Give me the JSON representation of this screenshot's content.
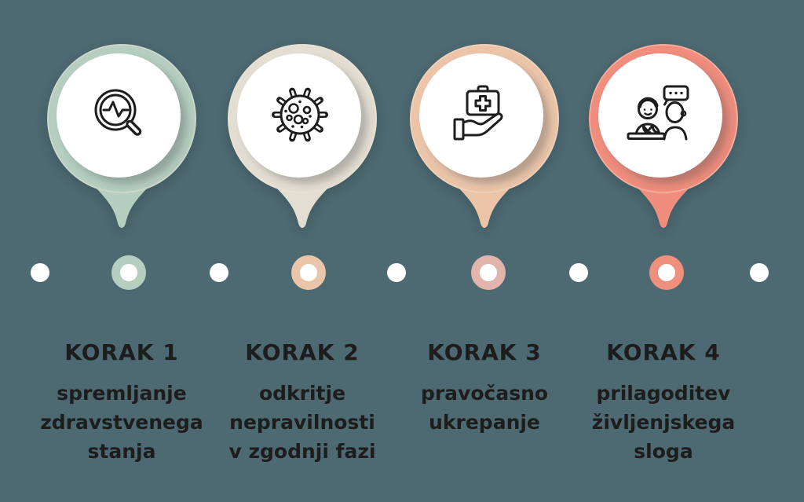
{
  "colors": {
    "background": "#4d6971",
    "text": "#1d1d1d",
    "icon_stroke": "#1d1d1d",
    "dot_white": "#ffffff"
  },
  "steps": [
    {
      "title": "KORAK 1",
      "description": "spremljanje\nzdravstvenega\nstanja",
      "pin_color": "#b5cec0",
      "ring_color": "#b5cec0",
      "icon": "magnifier-pulse-icon"
    },
    {
      "title": "KORAK 2",
      "description": "odkritje\nnepravilnosti\nv zgodnji fazi",
      "pin_color": "#e4ded2",
      "ring_color": "#e9c5aa",
      "icon": "virus-icon"
    },
    {
      "title": "KORAK 3",
      "description": "pravočasno\nukrepanje",
      "pin_color": "#ecc5a9",
      "ring_color": "#e2b5ac",
      "icon": "first-aid-hand-icon"
    },
    {
      "title": "KORAK 4",
      "description": "prilagoditev\nživljenjskega\nsloga",
      "pin_color": "#f08d7c",
      "ring_color": "#ef8f7e",
      "icon": "doctor-patient-icon"
    }
  ]
}
